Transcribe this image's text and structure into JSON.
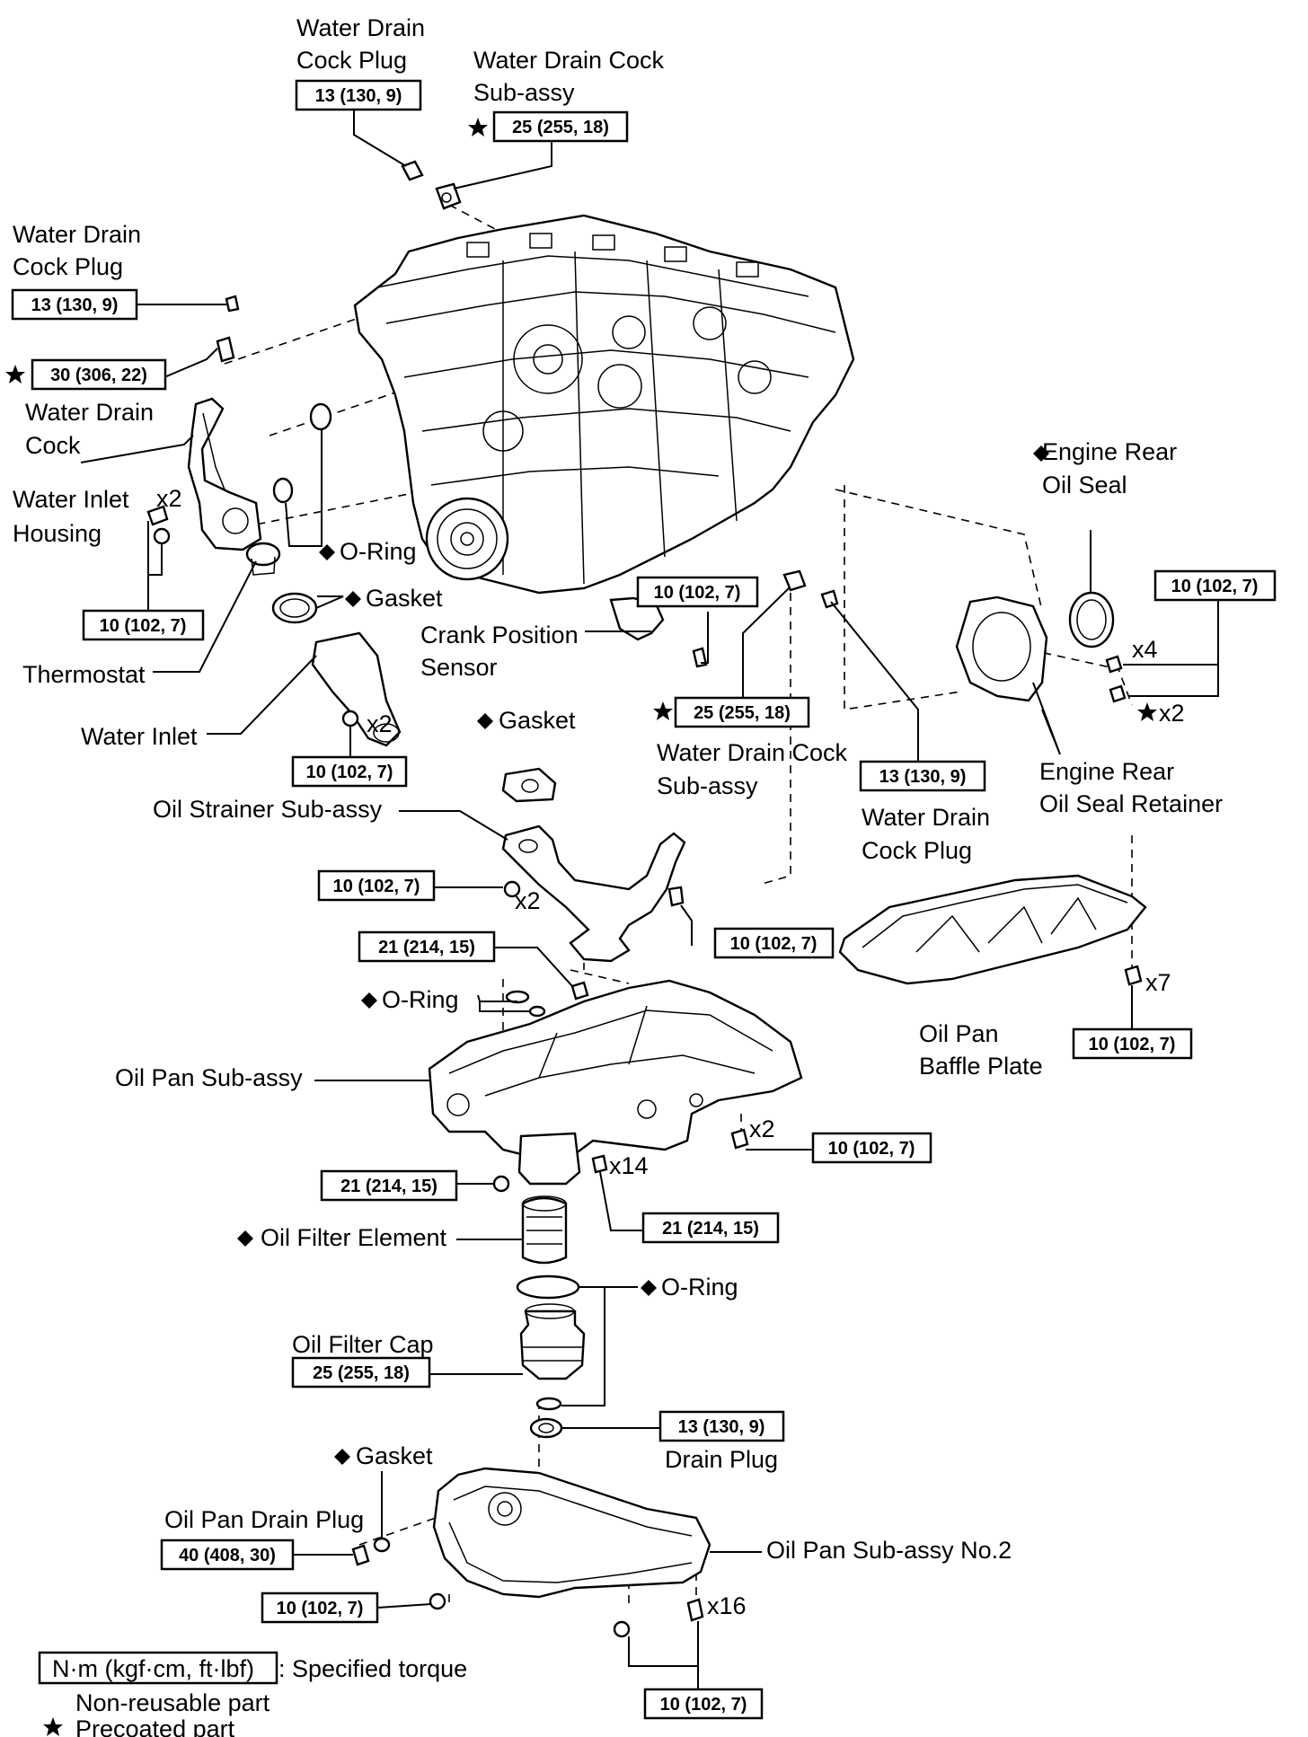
{
  "labels": {
    "water_drain_cock_plug_top_1": "Water Drain",
    "water_drain_cock_plug_top_2": "Cock Plug",
    "water_drain_cock_subassy_top_1": "Water Drain Cock",
    "water_drain_cock_subassy_top_2": "Sub-assy",
    "water_drain_cock_plug_left_1": "Water Drain",
    "water_drain_cock_plug_left_2": "Cock Plug",
    "water_drain_cock_1": "Water Drain",
    "water_drain_cock_2": "Cock",
    "water_inlet_housing_1": "Water Inlet",
    "water_inlet_housing_2": "Housing",
    "o_ring_1": "O-Ring",
    "gasket_1": "Gasket",
    "thermostat": "Thermostat",
    "water_inlet": "Water Inlet",
    "crank_position_sensor_1": "Crank Position",
    "crank_position_sensor_2": "Sensor",
    "engine_rear_oil_seal_1": "Engine Rear",
    "engine_rear_oil_seal_2": "Oil Seal",
    "water_drain_cock_subassy_right_1": "Water Drain Cock",
    "water_drain_cock_subassy_right_2": "Sub-assy",
    "engine_rear_oil_seal_retainer_1": "Engine Rear",
    "engine_rear_oil_seal_retainer_2": "Oil Seal Retainer",
    "water_drain_cock_plug_right_1": "Water Drain",
    "water_drain_cock_plug_right_2": "Cock Plug",
    "gasket_2": "Gasket",
    "oil_strainer_subassy": "Oil Strainer  Sub-assy",
    "o_ring_2": "O-Ring",
    "oil_pan_baffle_plate_1": "Oil Pan",
    "oil_pan_baffle_plate_2": "Baffle Plate",
    "oil_pan_subassy": "Oil Pan Sub-assy",
    "oil_filter_element": "Oil Filter Element",
    "o_ring_3": "O-Ring",
    "oil_filter_cap": "Oil Filter Cap",
    "drain_plug": "Drain Plug",
    "gasket_3": "Gasket",
    "oil_pan_drain_plug": "Oil Pan Drain Plug",
    "oil_pan_subassy_no2": "Oil Pan Sub-assy No.2"
  },
  "quantities": {
    "q1": "x2",
    "q2": "x2",
    "q3": "x4",
    "q4": "x2",
    "q5": "x2",
    "q6": "x7",
    "q7": "x2",
    "q8": "x14",
    "q9": "x16"
  },
  "torques": {
    "t1": "13 (130, 9)",
    "t2": "25 (255, 18)",
    "t3": "13 (130, 9)",
    "t4": "30 (306, 22)",
    "t5": "10 (102, 7)",
    "t6": "10 (102, 7)",
    "t7": "10 (102, 7)",
    "t8": "25 (255, 18)",
    "t9": "13 (130, 9)",
    "t10": "10 (102, 7)",
    "t11": "10 (102, 7)",
    "t12": "10 (102, 7)",
    "t13": "21 (214, 15)",
    "t14": "10 (102, 7)",
    "t15": "10 (102, 7)",
    "t16": "21 (214, 15)",
    "t17": "21 (214, 15)",
    "t18": "25 (255, 18)",
    "t19": "13 (130, 9)",
    "t20": "40 (408, 30)",
    "t21": "10 (102, 7)",
    "t22": "10 (102, 7)"
  },
  "legend": {
    "torque_unit": "N·m (kgf·cm, ft·lbf)",
    "torque_desc": ": Specified torque",
    "non_reusable": "Non-reusable part",
    "precoated": "Precoated part"
  }
}
